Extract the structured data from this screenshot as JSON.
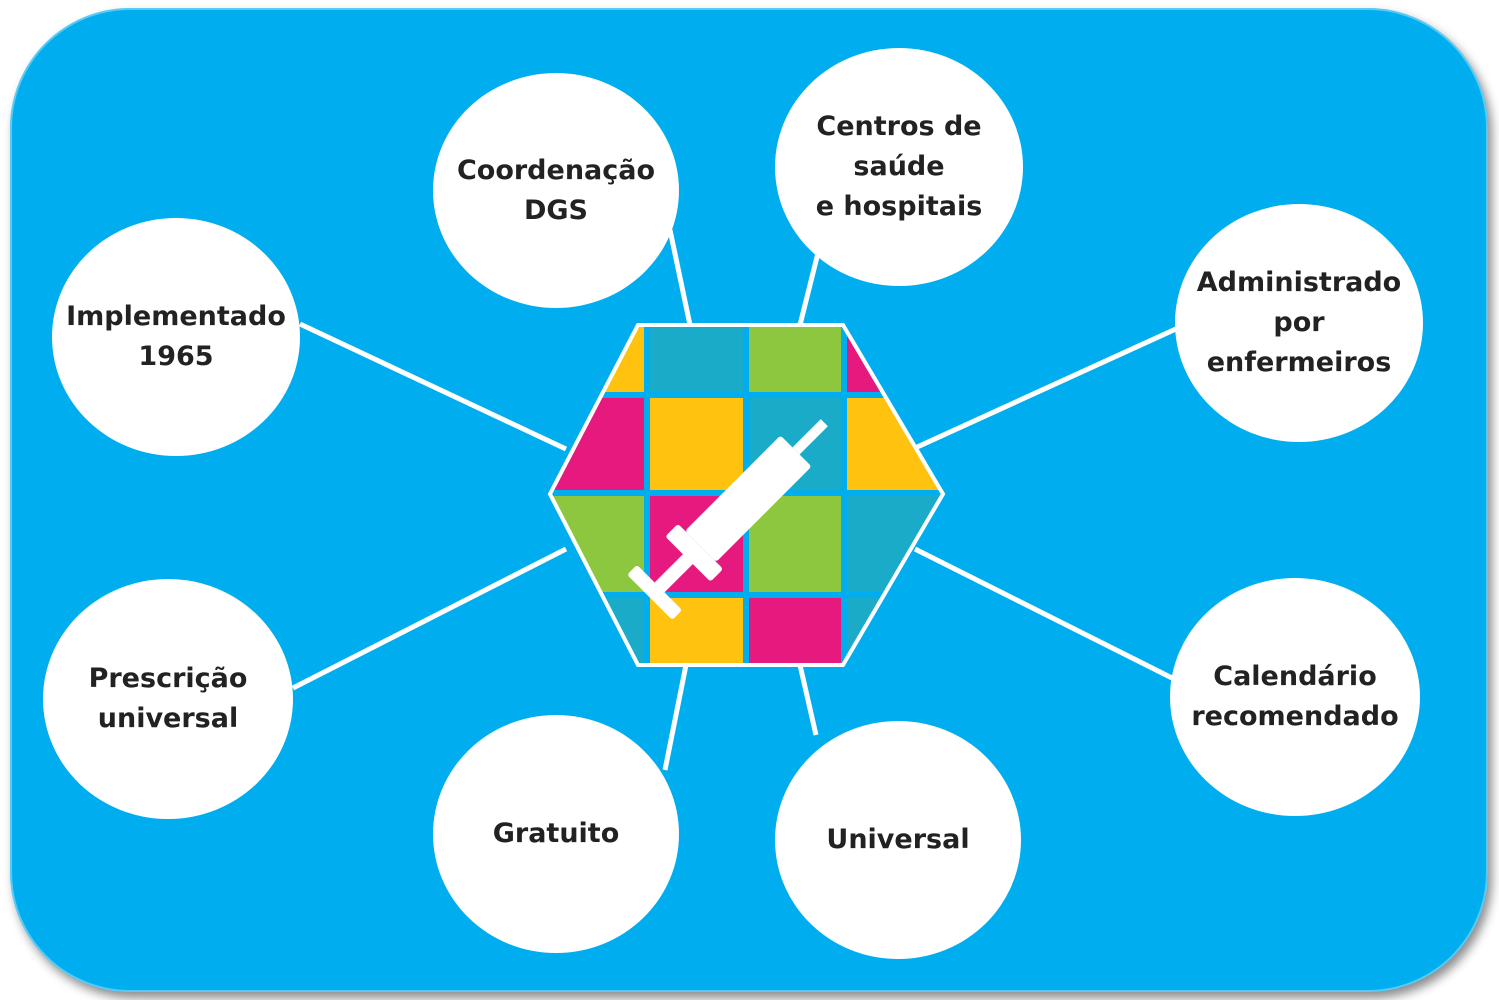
{
  "colors": {
    "background": "#00aeef",
    "node": "#ffffff",
    "connector": "#ffffff",
    "label": "#222222",
    "tile_teal": "#1aabc8",
    "tile_green": "#8dc63f",
    "tile_yellow": "#ffc20e",
    "tile_magenta": "#e6197e"
  },
  "center_icon": "syringe-icon",
  "nodes": [
    {
      "id": "coordenacao",
      "label": "Coordenação\nDGS"
    },
    {
      "id": "centros",
      "label": "Centros de\nsaúde\ne hospitais"
    },
    {
      "id": "implementado",
      "label": "Implementado\n1965"
    },
    {
      "id": "administrado",
      "label": "Administrado\npor\nenfermeiros"
    },
    {
      "id": "prescricao",
      "label": "Prescrição\nuniversal"
    },
    {
      "id": "calendario",
      "label": "Calendário\nrecomendado"
    },
    {
      "id": "gratuito",
      "label": "Gratuito"
    },
    {
      "id": "universal",
      "label": "Universal"
    }
  ]
}
